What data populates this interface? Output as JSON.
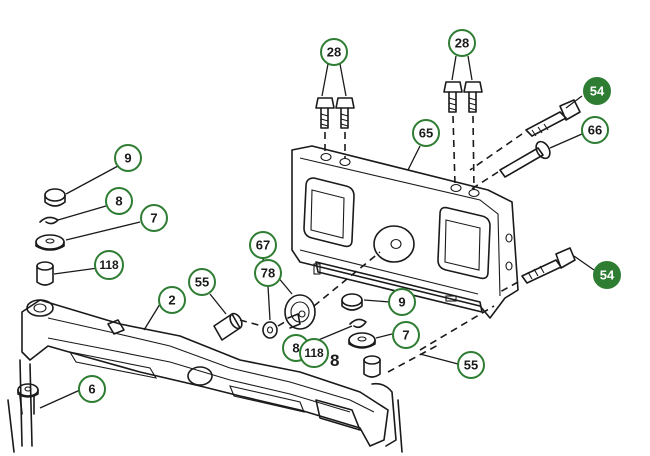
{
  "diagram": {
    "accent_color": "#2e7d32",
    "callouts": [
      {
        "id": "c28a",
        "label": "28",
        "filled": false
      },
      {
        "id": "c28b",
        "label": "28",
        "filled": false
      },
      {
        "id": "c54a",
        "label": "54",
        "filled": true
      },
      {
        "id": "c65",
        "label": "65",
        "filled": false
      },
      {
        "id": "c66",
        "label": "66",
        "filled": false
      },
      {
        "id": "c9a",
        "label": "9",
        "filled": false
      },
      {
        "id": "c8a",
        "label": "8",
        "filled": false
      },
      {
        "id": "c7a",
        "label": "7",
        "filled": false
      },
      {
        "id": "c118a",
        "label": "118",
        "filled": false
      },
      {
        "id": "c67",
        "label": "67",
        "filled": false
      },
      {
        "id": "c55a",
        "label": "55",
        "filled": false
      },
      {
        "id": "c78",
        "label": "78",
        "filled": false
      },
      {
        "id": "c2",
        "label": "2",
        "filled": false
      },
      {
        "id": "c54b",
        "label": "54",
        "filled": true
      },
      {
        "id": "c9b",
        "label": "9",
        "filled": false
      },
      {
        "id": "c7b",
        "label": "7",
        "filled": false
      },
      {
        "id": "c8b",
        "label": "8",
        "filled": false
      },
      {
        "id": "c118b",
        "label": "118",
        "filled": false
      },
      {
        "id": "c55b",
        "label": "55",
        "filled": false
      },
      {
        "id": "c6",
        "label": "6",
        "filled": false
      }
    ],
    "plain_labels": [
      {
        "id": "p8",
        "label": "8"
      }
    ]
  }
}
